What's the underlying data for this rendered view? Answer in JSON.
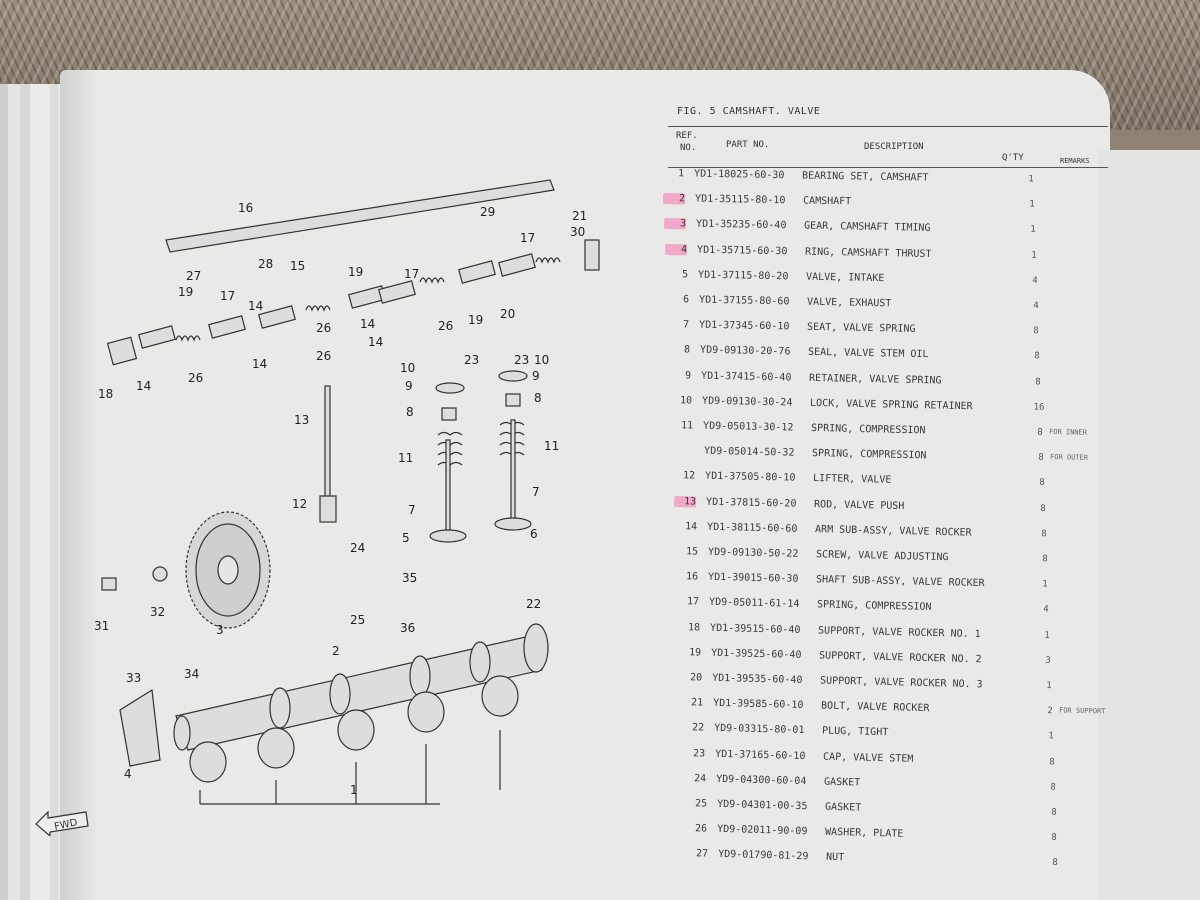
{
  "figure": {
    "title": "FIG.  5  CAMSHAFT. VALVE"
  },
  "headers": {
    "ref_line1": "REF.",
    "ref_line2": "NO.",
    "part_no": "PART NO.",
    "description": "DESCRIPTION",
    "qty": "Q'TY",
    "remarks": "REMARKS"
  },
  "fwd_label": "FWD",
  "highlight_color": "#f2a8c8",
  "parts": [
    {
      "ref": "1",
      "part_no": "YD1-18025-60-30",
      "desc": "BEARING SET, CAMSHAFT",
      "qty": "1",
      "remarks": "",
      "hl": false
    },
    {
      "ref": "2",
      "part_no": "YD1-35115-80-10",
      "desc": "CAMSHAFT",
      "qty": "1",
      "remarks": "",
      "hl": true
    },
    {
      "ref": "3",
      "part_no": "YD1-35235-60-40",
      "desc": "GEAR, CAMSHAFT TIMING",
      "qty": "1",
      "remarks": "",
      "hl": true
    },
    {
      "ref": "4",
      "part_no": "YD1-35715-60-30",
      "desc": "RING, CAMSHAFT THRUST",
      "qty": "1",
      "remarks": "",
      "hl": true
    },
    {
      "ref": "5",
      "part_no": "YD1-37115-80-20",
      "desc": "VALVE, INTAKE",
      "qty": "4",
      "remarks": "",
      "hl": false
    },
    {
      "ref": "6",
      "part_no": "YD1-37155-80-60",
      "desc": "VALVE, EXHAUST",
      "qty": "4",
      "remarks": "",
      "hl": false
    },
    {
      "ref": "7",
      "part_no": "YD1-37345-60-10",
      "desc": "SEAT, VALVE SPRING",
      "qty": "8",
      "remarks": "",
      "hl": false
    },
    {
      "ref": "8",
      "part_no": "YD9-09130-20-76",
      "desc": "SEAL, VALVE STEM OIL",
      "qty": "8",
      "remarks": "",
      "hl": false
    },
    {
      "ref": "9",
      "part_no": "YD1-37415-60-40",
      "desc": "RETAINER, VALVE SPRING",
      "qty": "8",
      "remarks": "",
      "hl": false
    },
    {
      "ref": "10",
      "part_no": "YD9-09130-30-24",
      "desc": "LOCK, VALVE SPRING RETAINER",
      "qty": "16",
      "remarks": "",
      "hl": false
    },
    {
      "ref": "11",
      "part_no": "YD9-05013-30-12",
      "desc": "SPRING, COMPRESSION",
      "qty": "8",
      "remarks": "FOR INNER",
      "hl": false
    },
    {
      "ref": "",
      "part_no": "YD9-05014-50-32",
      "desc": "SPRING, COMPRESSION",
      "qty": "8",
      "remarks": "FOR OUTER",
      "hl": false
    },
    {
      "ref": "12",
      "part_no": "YD1-37505-80-10",
      "desc": "LIFTER, VALVE",
      "qty": "8",
      "remarks": "",
      "hl": false
    },
    {
      "ref": "13",
      "part_no": "YD1-37815-60-20",
      "desc": "ROD, VALVE PUSH",
      "qty": "8",
      "remarks": "",
      "hl": true
    },
    {
      "ref": "14",
      "part_no": "YD1-38115-60-60",
      "desc": "ARM SUB-ASSY, VALVE ROCKER",
      "qty": "8",
      "remarks": "",
      "hl": false
    },
    {
      "ref": "15",
      "part_no": "YD9-09130-50-22",
      "desc": "SCREW, VALVE ADJUSTING",
      "qty": "8",
      "remarks": "",
      "hl": false
    },
    {
      "ref": "16",
      "part_no": "YD1-39015-60-30",
      "desc": "SHAFT SUB-ASSY, VALVE ROCKER",
      "qty": "1",
      "remarks": "",
      "hl": false
    },
    {
      "ref": "17",
      "part_no": "YD9-05011-61-14",
      "desc": "SPRING, COMPRESSION",
      "qty": "4",
      "remarks": "",
      "hl": false
    },
    {
      "ref": "18",
      "part_no": "YD1-39515-60-40",
      "desc": "SUPPORT, VALVE ROCKER NO. 1",
      "qty": "1",
      "remarks": "",
      "hl": false
    },
    {
      "ref": "19",
      "part_no": "YD1-39525-60-40",
      "desc": "SUPPORT, VALVE ROCKER NO. 2",
      "qty": "3",
      "remarks": "",
      "hl": false
    },
    {
      "ref": "20",
      "part_no": "YD1-39535-60-40",
      "desc": "SUPPORT, VALVE ROCKER NO. 3",
      "qty": "1",
      "remarks": "",
      "hl": false
    },
    {
      "ref": "21",
      "part_no": "YD1-39585-60-10",
      "desc": "BOLT, VALVE ROCKER",
      "qty": "2",
      "remarks": "FOR SUPPORT",
      "hl": false
    },
    {
      "ref": "22",
      "part_no": "YD9-03315-80-01",
      "desc": "PLUG, TIGHT",
      "qty": "1",
      "remarks": "",
      "hl": false
    },
    {
      "ref": "23",
      "part_no": "YD1-37165-60-10",
      "desc": "CAP, VALVE STEM",
      "qty": "8",
      "remarks": "",
      "hl": false
    },
    {
      "ref": "24",
      "part_no": "YD9-04300-60-04",
      "desc": "GASKET",
      "qty": "8",
      "remarks": "",
      "hl": false
    },
    {
      "ref": "25",
      "part_no": "YD9-04301-00-35",
      "desc": "GASKET",
      "qty": "8",
      "remarks": "",
      "hl": false
    },
    {
      "ref": "26",
      "part_no": "YD9-02011-90-09",
      "desc": "WASHER, PLATE",
      "qty": "8",
      "remarks": "",
      "hl": false
    },
    {
      "ref": "27",
      "part_no": "YD9-01790-81-29",
      "desc": "NUT",
      "qty": "8",
      "remarks": "",
      "hl": false
    }
  ],
  "callouts": [
    "16",
    "29",
    "21",
    "30",
    "17",
    "27",
    "28",
    "19",
    "17",
    "15",
    "19",
    "17",
    "14",
    "26",
    "14",
    "26",
    "20",
    "18",
    "14",
    "26",
    "14",
    "26",
    "14",
    "19",
    "23",
    "10",
    "9",
    "8",
    "23",
    "10",
    "9",
    "8",
    "13",
    "11",
    "11",
    "7",
    "7",
    "5",
    "6",
    "12",
    "24",
    "35",
    "25",
    "36",
    "31",
    "32",
    "3",
    "22",
    "33",
    "34",
    "2",
    "4",
    "1"
  ]
}
